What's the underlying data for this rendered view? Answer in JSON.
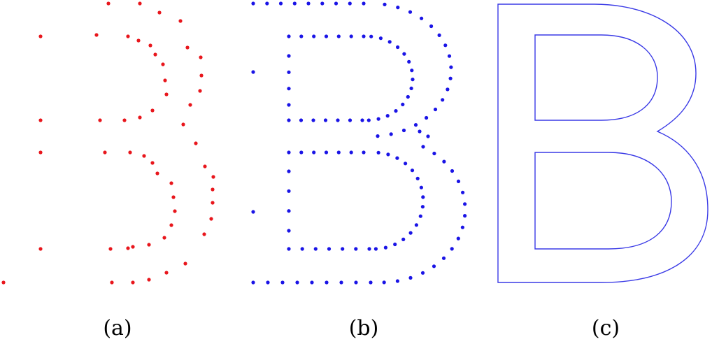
{
  "figure": {
    "colors": {
      "panel_a": "#e8161c",
      "panel_b": "#1a14e6",
      "panel_c": "#3a3ae6",
      "background": "#ffffff"
    },
    "panels": [
      {
        "id": "a",
        "caption": "(a)",
        "style": "sparse red sample points",
        "letter": "B"
      },
      {
        "id": "b",
        "caption": "(b)",
        "style": "dense blue sample points",
        "letter": "B"
      },
      {
        "id": "c",
        "caption": "(c)",
        "style": "continuous outline",
        "letter": "B"
      }
    ]
  }
}
